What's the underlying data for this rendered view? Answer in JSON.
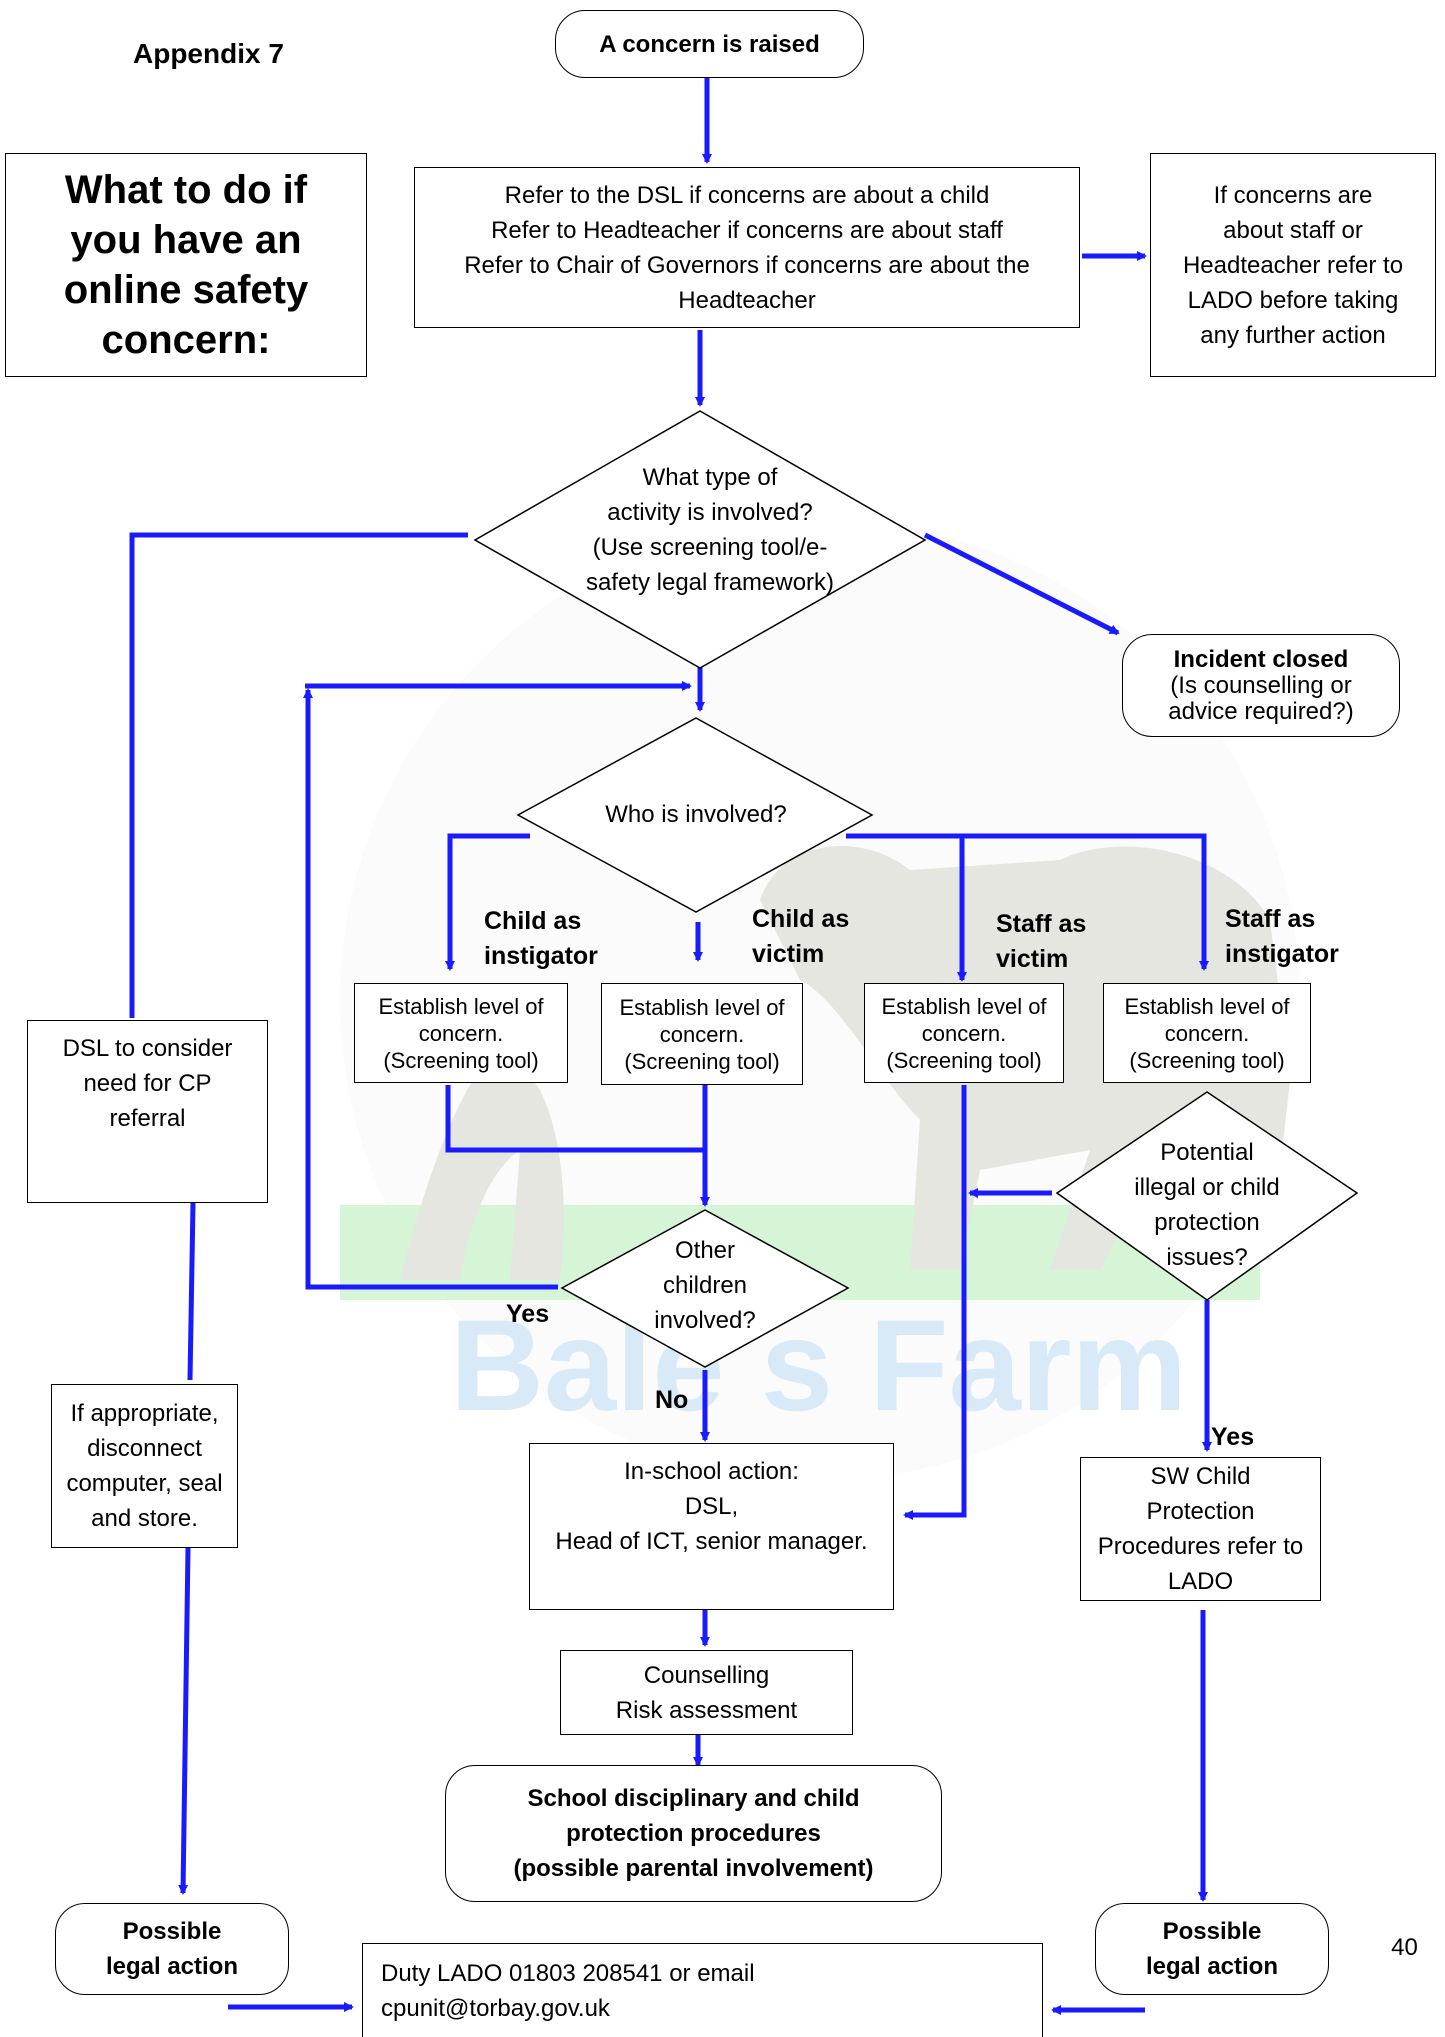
{
  "header": {
    "appendix": "Appendix 7",
    "page_number": "40"
  },
  "title": {
    "lines": [
      "What to do if",
      "you have an",
      "online safety",
      "concern:"
    ]
  },
  "watermark": {
    "text": "Bale s Farm"
  },
  "nodes": {
    "start": "A concern is raised",
    "refer": [
      "Refer to the DSL if concerns are about a child",
      "Refer to Headteacher if concerns are about staff",
      "Refer to Chair of Governors if concerns are about the",
      "Headteacher"
    ],
    "lado_first": [
      "If concerns are",
      "about staff or",
      "Headteacher refer to",
      "LADO before taking",
      "any further action"
    ],
    "activity": [
      "What type of",
      "activity is involved?",
      "(Use screening tool/e-",
      "safety legal framework)"
    ],
    "incident_closed": {
      "title": "Incident closed",
      "sub": [
        "(Is counselling or",
        "advice required?)"
      ]
    },
    "who": "Who is involved?",
    "dsl_cp": [
      "DSL to consider",
      "need for CP",
      "referral"
    ],
    "establish": [
      "Establish level of",
      "concern.",
      "(Screening tool)"
    ],
    "potential": [
      "Potential",
      "illegal or child",
      "protection",
      "issues?"
    ],
    "other_children": [
      "Other",
      "children",
      "involved?"
    ],
    "disconnect": [
      "If appropriate,",
      "disconnect",
      "computer, seal",
      "and store."
    ],
    "in_school": [
      "In-school action:",
      "DSL,",
      "Head of ICT, senior manager."
    ],
    "sw_child": [
      "SW Child",
      "Protection",
      "Procedures refer to",
      "LADO"
    ],
    "counselling": [
      "Counselling",
      "Risk assessment"
    ],
    "disciplinary": [
      "School disciplinary and child",
      "protection procedures",
      "(possible parental involvement)"
    ],
    "legal_left": [
      "Possible",
      "legal action"
    ],
    "legal_right": [
      "Possible",
      "legal action"
    ],
    "lado_contact": [
      "Duty LADO 01803 208541 or email",
      "cpunit@torbay.gov.uk"
    ]
  },
  "labels": {
    "child_instigator": [
      "Child as",
      "instigator"
    ],
    "child_victim": [
      "Child as",
      "victim"
    ],
    "staff_victim": [
      "Staff as",
      "victim"
    ],
    "staff_instigator": [
      "Staff as",
      "instigator"
    ],
    "yes_left": "Yes",
    "no": "No",
    "yes_right": "Yes"
  },
  "colors": {
    "arrow": "#1a1aff",
    "watermark_text": "#d8e9f7",
    "watermark_shape": "#e6e6e0",
    "watermark_green": "#d6f5d6"
  }
}
